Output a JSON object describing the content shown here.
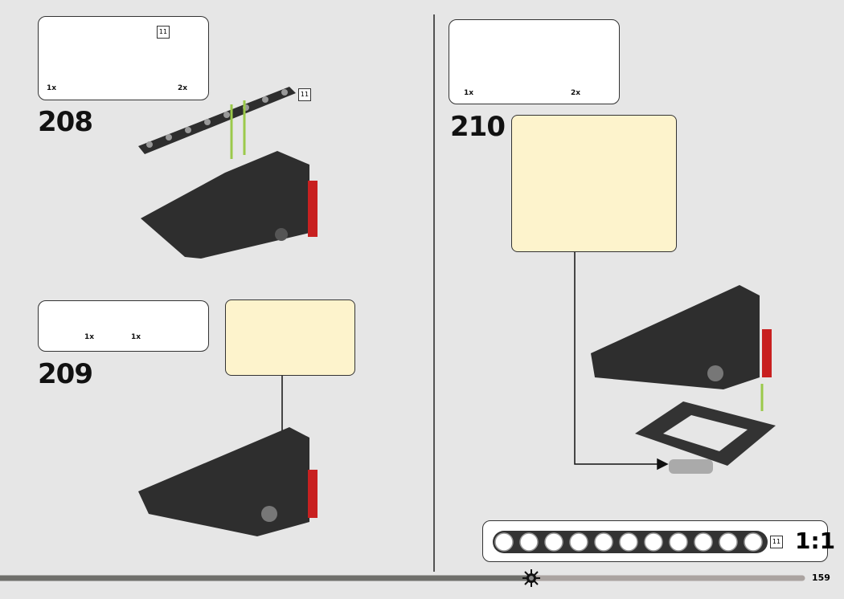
{
  "page_number": "159",
  "steps": [
    {
      "number": "208",
      "parts": [
        {
          "qty": "1x",
          "length": "11"
        },
        {
          "qty": "2x"
        }
      ],
      "model_length": "11"
    },
    {
      "number": "209",
      "parts": [
        {
          "qty": "1x"
        },
        {
          "qty": "1x"
        }
      ]
    },
    {
      "number": "210",
      "parts": [
        {
          "qty": "1x"
        },
        {
          "qty": "2x"
        }
      ]
    }
  ],
  "ruler": {
    "length": "11",
    "scale": "1:1"
  },
  "colors": {
    "background": "#e6e6e6",
    "callout": "#fdf3cc",
    "arrow": "#9bc94a",
    "part": "#333333"
  }
}
